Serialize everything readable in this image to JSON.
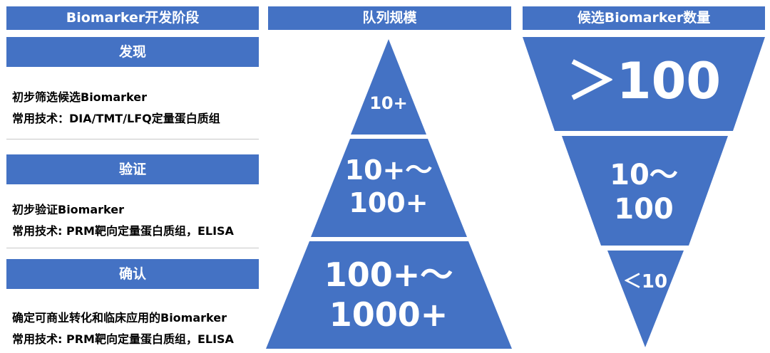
{
  "headers": {
    "stage": "Biomarker开发阶段",
    "cohort": "队列规模",
    "candidates": "候选Biomarker数量"
  },
  "stages": [
    {
      "name": "发现",
      "desc": "初步筛选候选Biomarker",
      "tech": "常用技术：DIA/TMT/LFQ定量蛋白质组"
    },
    {
      "name": "验证",
      "desc": "初步验证Biomarker",
      "tech": "常用技术: PRM靶向定量蛋白质组，ELISA"
    },
    {
      "name": "确认",
      "desc": "确定可商业转化和临床应用的Biomarker",
      "tech": "常用技术: PRM靶向定量蛋白质组，ELISA"
    }
  ],
  "pyramid": {
    "tiers": [
      "10+",
      "10+～100+",
      "100+～1000+"
    ],
    "tier_lines": [
      [
        "10+"
      ],
      [
        "10+～",
        "100+"
      ],
      [
        "100+～",
        "1000+"
      ]
    ]
  },
  "funnel": {
    "tiers": [
      "＞100",
      "10～100",
      "＜10"
    ],
    "tier_lines": [
      [
        "＞100"
      ],
      [
        "10～",
        "100"
      ],
      [
        "＜10"
      ]
    ]
  },
  "colors": {
    "accent": "#4472C4",
    "text": "#000000",
    "on_accent": "#FFFFFF"
  }
}
